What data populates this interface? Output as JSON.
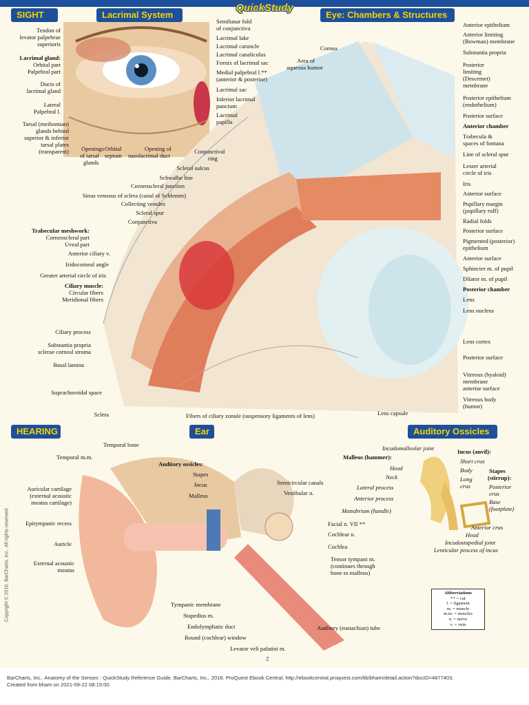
{
  "brand": "QuickStudy",
  "headers": {
    "sight": "SIGHT",
    "lacrimal": "Lacrimal System",
    "eye": "Eye: Chambers & Structures",
    "hearing": "HEARING",
    "ear": "Ear",
    "ossicles": "Auditory Ossicles"
  },
  "lacrimal_left": [
    "Tendon of",
    "levator palpebrae",
    "superioris",
    "Lacrimal gland:",
    "Orbital part",
    "Palpebral part",
    "Ducts of",
    "lacrimal gland",
    "Lateral",
    "Palpebral l.",
    "Tarsal (meibomian)",
    "glands behind",
    "superior & inferior",
    "tarsal plates",
    "(transparent)"
  ],
  "lacrimal_bottom": [
    "Openings",
    "of tarsal",
    "glands",
    "Orbital",
    "septum",
    "Opening of",
    "nasolacrimal duct"
  ],
  "lacrimal_right": [
    "Semilunar fold",
    "of conjunctiva",
    "Lacrimal lake",
    "Lacrimal caruncle",
    "Lacrimal canaliculus",
    "Fornix of lacrimal sac",
    "Medial palpebral l.**",
    "(anterior & posterior)",
    "Lacrimal sac",
    "Inferior lacrimal",
    "punctum",
    "Lacrimal",
    "papilla"
  ],
  "eye_left": [
    "Conjunctival",
    "ring",
    "Scleral sulcus",
    "Schwalbe line",
    "Corneoscleral junction",
    "Sinus venosus of sclera (canal of Schlemm)",
    "Collecting venules",
    "Scleral spur",
    "Conjunctiva",
    "Trabecular meshwork:",
    "Corneoscleral part",
    "Uveal part",
    "Anterior ciliary v.",
    "Iridocorneal angle",
    "Greater arterial circle of iris",
    "Ciliary muscle:",
    "Circular fibers",
    "Meridional fibers",
    "Ciliary process",
    "Substantia propria",
    "sclerae corneal stroma",
    "Basal lamina",
    "Suprachoroidal space",
    "Sclera"
  ],
  "eye_top": [
    "Cornea",
    "Area of",
    "aqueous humor"
  ],
  "eye_bottom": [
    "Fibers of ciliary zonule (suspensory ligaments of lens)",
    "Lens capsule"
  ],
  "eye_right": [
    "Anterior epithelium",
    "Anterior limiting",
    "(Bowman) membrane",
    "Substantia propria",
    "Posterior",
    "limiting",
    "(Descemet)",
    "membrane",
    "Posterior epithelium",
    "(endothelium)",
    "Posterior surface",
    "Anterior chamber",
    "Trabecula &",
    "spaces of fontana",
    "Line of scleral spur",
    "Lesser arterial",
    "circle of iris",
    "Iris",
    "Anterior surface",
    "Pupillary margin",
    "(pupillary ruff)",
    "Radial folds",
    "Posterior surface",
    "Pigmented (posterior)",
    "epithelium",
    "Anterior surface",
    "Sphincter m. of pupil",
    "Dilator m. of pupil",
    "Posterior chamber",
    "Lens",
    "Lens nucleus",
    "Lens cortex",
    "Posterior surface",
    "Vitreous (hyaloid)",
    "membrane",
    "anterior surface",
    "Vitreous body",
    "(humor)"
  ],
  "ear_labels": [
    "Temporal bone",
    "Temporal m.m.",
    "Auditory ossicles:",
    "Stapes",
    "Incus",
    "Malleus",
    "Semicircular canals",
    "Vestibular n.",
    "Auricular cartilage",
    "(external acoustic",
    "meatus cartilage)",
    "Epitympanic recess",
    "Auricle",
    "External acoustic",
    "meatus",
    "Facial n. VII **",
    "Cochlear n.",
    "Cochlea",
    "Tensor tympani m.",
    "(continues through",
    "bone to malleus)",
    "Tympanic membrane",
    "Stapedius m.",
    "Endolymphatic duct",
    "Round (cochlear) window",
    "Auditory (eustachian) tube",
    "Levator veli palatini m."
  ],
  "ossicle_labels": [
    "Incudomalleolar joint",
    "Malleus (hammer):",
    "Head",
    "Neck",
    "Lateral process",
    "Anterior process",
    "Manubrium (handle)",
    "Incus (anvil):",
    "Short crus",
    "Body",
    "Long",
    "crus",
    "Stapes",
    "(stirrup):",
    "Posterior",
    "crus",
    "Base",
    "(footplate)",
    "Anterior crus",
    "Head",
    "Incudostapedial joint",
    "Lenticular process of incus"
  ],
  "abbreviations": {
    "title": "Abbreviations",
    "lines": [
      "** = cut",
      "l. = ligament",
      "m. = muscle",
      "m.m. = muscles",
      "n. = nerve",
      "v. = vein"
    ]
  },
  "copyright": "Copyright © 2016. BarCharts, Inc.. All rights reserved.",
  "page_number": "2",
  "footer": {
    "line1": "BarCharts, Inc.. Anatomy of the Senses : QuickStudy Reference Guide, BarCharts, Inc., 2016. ProQuest Ebook Central, http://ebookcentral.proquest.com/lib/bham/detail.action?docID=4877403.",
    "line2": "Created from bham on 2021-09-22 08:15:00."
  },
  "colors": {
    "header_bg": "#1d4f9c",
    "header_text": "#f5d400",
    "paper": "#fdf9ea",
    "tissue": "#e8a07a",
    "muscle": "#d9483b"
  }
}
